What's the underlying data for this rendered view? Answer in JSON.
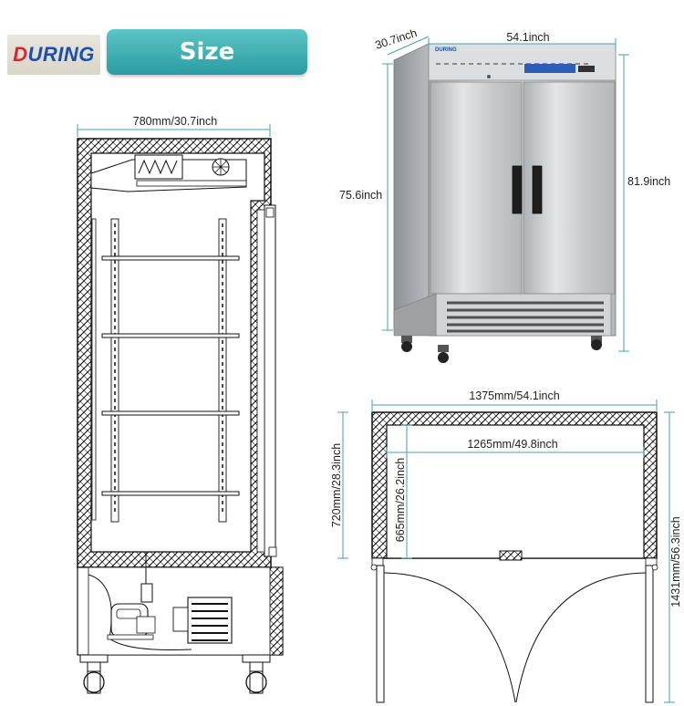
{
  "brand": {
    "logo_text": "DURING"
  },
  "header": {
    "title": "Size"
  },
  "side_view": {
    "width_label": "780mm/30.7inch"
  },
  "photo_view": {
    "depth_label": "30.7inch",
    "width_label": "54.1inch",
    "body_height_label": "75.6inch",
    "total_height_label": "81.9inch"
  },
  "top_view": {
    "outer_width_label": "1375mm/54.1inch",
    "inner_width_label": "1265mm/49.8inch",
    "outer_depth_label": "720mm/28.3inch",
    "inner_depth_label": "665mm/26.2inch",
    "door_open_label": "1431mm/56.3inch"
  },
  "colors": {
    "accent": "#3aa6ab",
    "dim_line": "#4aa0a8",
    "insulation": "#222222",
    "steel": "#c9ccce"
  }
}
